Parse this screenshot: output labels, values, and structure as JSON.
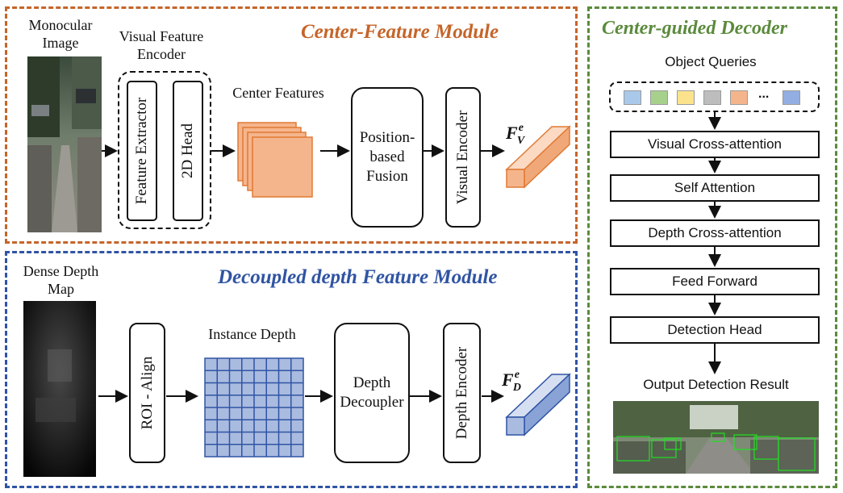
{
  "colors": {
    "orange": "#c5652a",
    "blue": "#2f54a3",
    "green": "#5b8a3c",
    "feature_orange": "#f5b58c",
    "feature_blue": "#aabbe0"
  },
  "center_module": {
    "title": "Center-Feature Module",
    "monocular_line1": "Monocular",
    "monocular_line2": "Image",
    "encoder_line1": "Visual Feature",
    "encoder_line2": "Encoder",
    "feature_extractor": "Feature Extractor",
    "head_2d": "2D Head",
    "center_features": "Center Features",
    "fusion_line1": "Position-",
    "fusion_line2": "based",
    "fusion_line3": "Fusion",
    "visual_encoder": "Visual Encoder",
    "output_symbol": "F",
    "output_sup": "e",
    "output_sub": "V"
  },
  "depth_module": {
    "title": "Decoupled depth Feature Module",
    "dense_line1": "Dense Depth",
    "dense_line2": "Map",
    "roi_align": "ROI - Align",
    "instance_depth": "Instance Depth",
    "decoupler_line1": "Depth",
    "decoupler_line2": "Decoupler",
    "depth_encoder": "Depth  Encoder",
    "output_symbol": "F",
    "output_sup": "e",
    "output_sub": "D"
  },
  "decoder": {
    "title": "Center-guided Decoder",
    "object_queries": "Object Queries",
    "query_colors": [
      "#a9c8ea",
      "#a7d08c",
      "#fbe38e",
      "#bdbdbd",
      "#f5b58c",
      "#ffffff",
      "#93aee0"
    ],
    "ellipsis": "...",
    "layers": [
      "Visual Cross-attention",
      "Self Attention",
      "Depth Cross-attention",
      "Feed Forward",
      "Detection Head"
    ],
    "output_label": "Output Detection Result"
  }
}
